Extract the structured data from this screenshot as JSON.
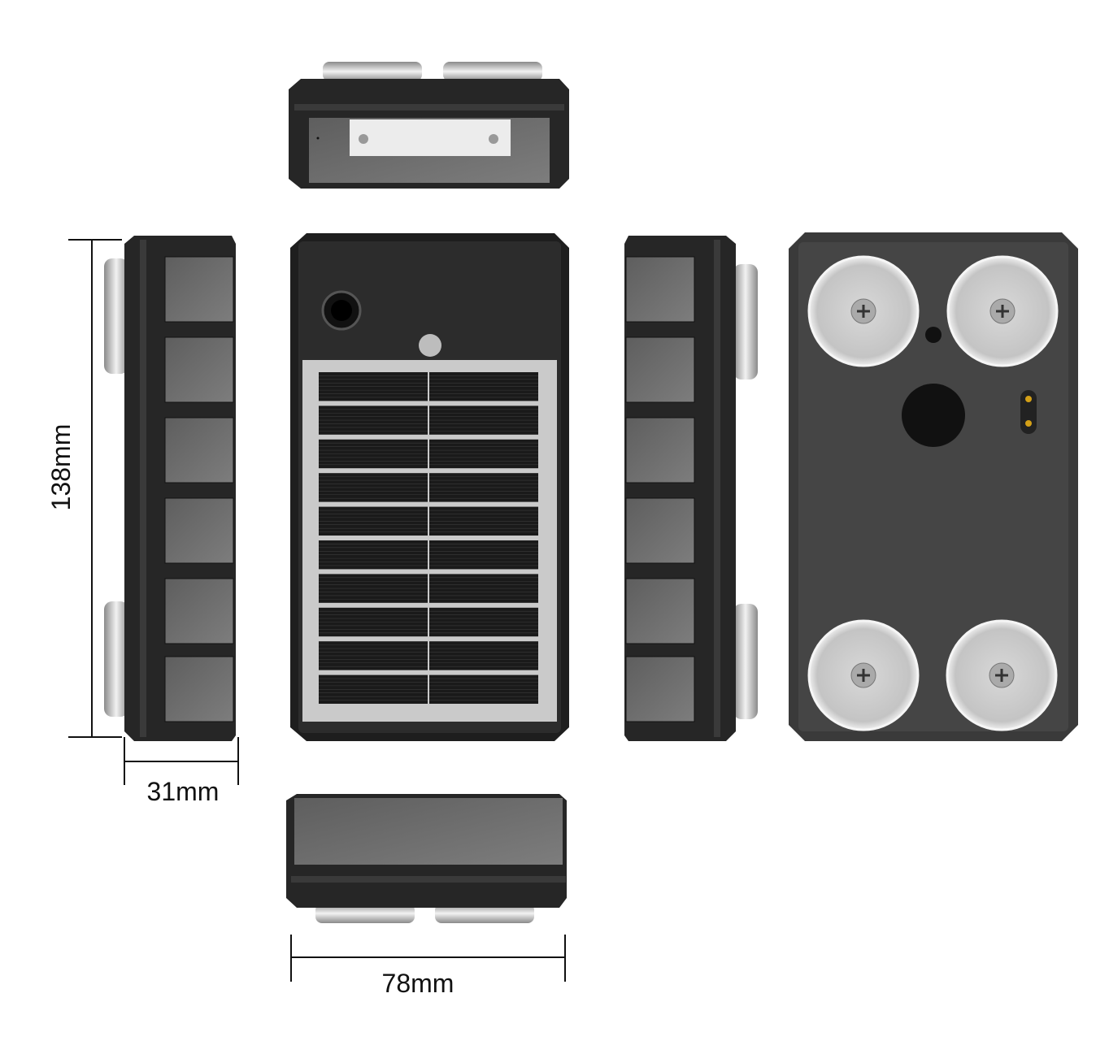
{
  "dimensions": {
    "height_label": "138mm",
    "depth_label": "31mm",
    "width_label": "78mm"
  },
  "views": [
    "top-view",
    "left-side-view",
    "front-solar-view",
    "right-side-view",
    "back-magnet-view",
    "bottom-view"
  ],
  "colors": {
    "body": "#2b2b2b",
    "frame": "#1c1c1c",
    "panel_gray": "#6e6e6e",
    "solar_frame": "#c9c9c9",
    "solar_cell": "#1a1a1a",
    "magnet": "#cfcfcf",
    "dimension_line": "#111111"
  }
}
